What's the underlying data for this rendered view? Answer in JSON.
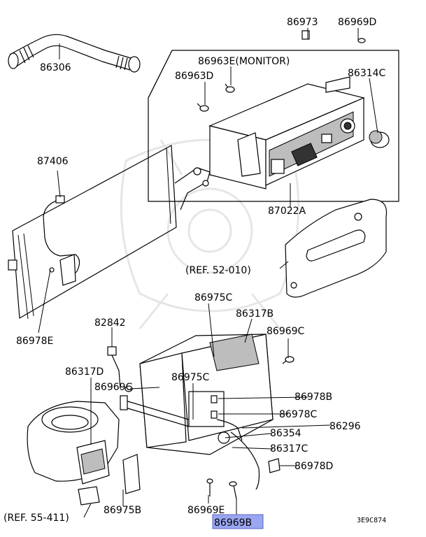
{
  "labels": {
    "p86306": "86306",
    "p86973": "86973",
    "p86969D": "86969D",
    "p86963E": "86963E(MONITOR)",
    "p86963D": "86963D",
    "p86314C": "86314C",
    "p87406": "87406",
    "p87022A": "87022A",
    "ref52": "(REF. 52-010)",
    "p86978E": "86978E",
    "p86975C_top": "86975C",
    "p86317B": "86317B",
    "p82842": "82842",
    "p86969C_right": "86969C",
    "p86317D": "86317D",
    "p86969C_left": "86969C",
    "p86975C_mid": "86975C",
    "p86978B": "86978B",
    "p86978C": "86978C",
    "p86296": "86296",
    "p86354": "86354",
    "p86317C": "86317C",
    "p86978D": "86978D",
    "p86969E": "86969E",
    "ref55": "(REF. 55-411)",
    "p86975B": "86975B",
    "p86969B": "86969B",
    "diagram_code": "3E9C874"
  },
  "highlight": {
    "color": "#9aa6f0",
    "part": "86969B"
  }
}
